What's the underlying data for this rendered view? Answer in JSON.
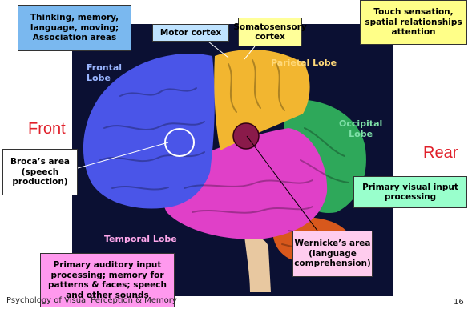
{
  "colors": {
    "background": "#0b1033",
    "frontal": "#4a55e8",
    "parietal": "#f2b630",
    "occipital": "#2ea85a",
    "temporal": "#e040c8",
    "cerebellum": "#d8581c",
    "brainstem": "#e8c8a0",
    "lobe_label_text": "#9ab6ff",
    "side_label": "#e0202a"
  },
  "lobe_labels": {
    "frontal": "Frontal\nLobe",
    "parietal": "Parietal Lobe",
    "occipital": "Occipital\nLobe",
    "temporal": "Temporal Lobe"
  },
  "side_labels": {
    "front": "Front",
    "rear": "Rear"
  },
  "callouts": {
    "association": {
      "text": "Thinking, memory, language, moving; Association areas",
      "color": "#7ab8ef"
    },
    "motor": {
      "text": "Motor cortex",
      "color": "#bfe3ff"
    },
    "somatosensory": {
      "text": "Somatosensory cortex",
      "color": "#ffff99"
    },
    "touch": {
      "text": "Touch sensation, spatial relationships attention",
      "color": "#ffff88"
    },
    "broca": {
      "text": "Broca’s area (speech production)",
      "color": "#ffffff"
    },
    "visual": {
      "text": "Primary visual input processing",
      "color": "#99ffcc"
    },
    "wernicke": {
      "text": "Wernicke’s area (language comprehension)",
      "color": "#ffccee"
    },
    "auditory": {
      "text": "Primary auditory input processing; memory for patterns & faces; speech and other sounds",
      "color": "#ff99ee"
    }
  },
  "footer": {
    "text": "Psychology of Visual Perception & Memory",
    "page_number": "16"
  }
}
